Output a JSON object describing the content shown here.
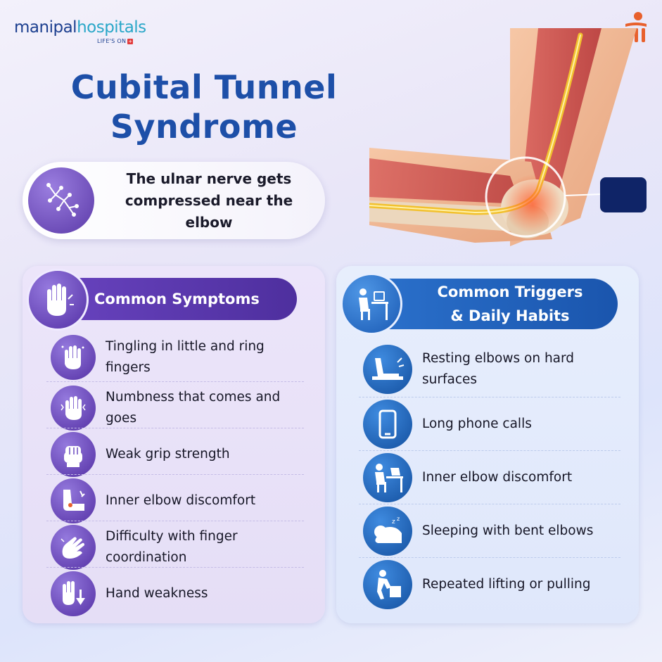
{
  "brand": {
    "name_part1": "manipal",
    "name_part2": "hospitals",
    "tagline": "LIFE'S ON"
  },
  "title": {
    "line1": "Cubital Tunnel",
    "line2": "Syndrome"
  },
  "definition": {
    "text": "The ulnar nerve gets compressed near the elbow"
  },
  "symptoms": {
    "heading": "Common Symptoms",
    "items": [
      {
        "label": "Tingling in little and ring fingers",
        "icon": "tingling-hand-icon"
      },
      {
        "label": "Numbness that comes and goes",
        "icon": "numb-hand-icon"
      },
      {
        "label": "Weak grip strength",
        "icon": "fist-icon"
      },
      {
        "label": "Inner elbow discomfort",
        "icon": "elbow-pain-icon"
      },
      {
        "label": "Difficulty with finger coordination",
        "icon": "fingers-icon"
      },
      {
        "label": "Hand weakness",
        "icon": "hand-down-icon"
      }
    ]
  },
  "triggers": {
    "heading_line1": "Common Triggers",
    "heading_line2": "& Daily Habits",
    "items": [
      {
        "label": "Resting elbows on hard surfaces",
        "icon": "elbow-rest-icon"
      },
      {
        "label": "Long phone calls",
        "icon": "phone-icon"
      },
      {
        "label": "Inner elbow discomfort",
        "icon": "desk-worker-icon"
      },
      {
        "label": "Sleeping with bent elbows",
        "icon": "sleeping-icon"
      },
      {
        "label": "Repeated lifting or pulling",
        "icon": "lifting-icon"
      }
    ]
  },
  "colors": {
    "title_blue": "#1d4fa8",
    "symptom_purple": "#5a36aa",
    "trigger_blue": "#1a5ab4",
    "nerve_yellow": "#f2c12e"
  }
}
